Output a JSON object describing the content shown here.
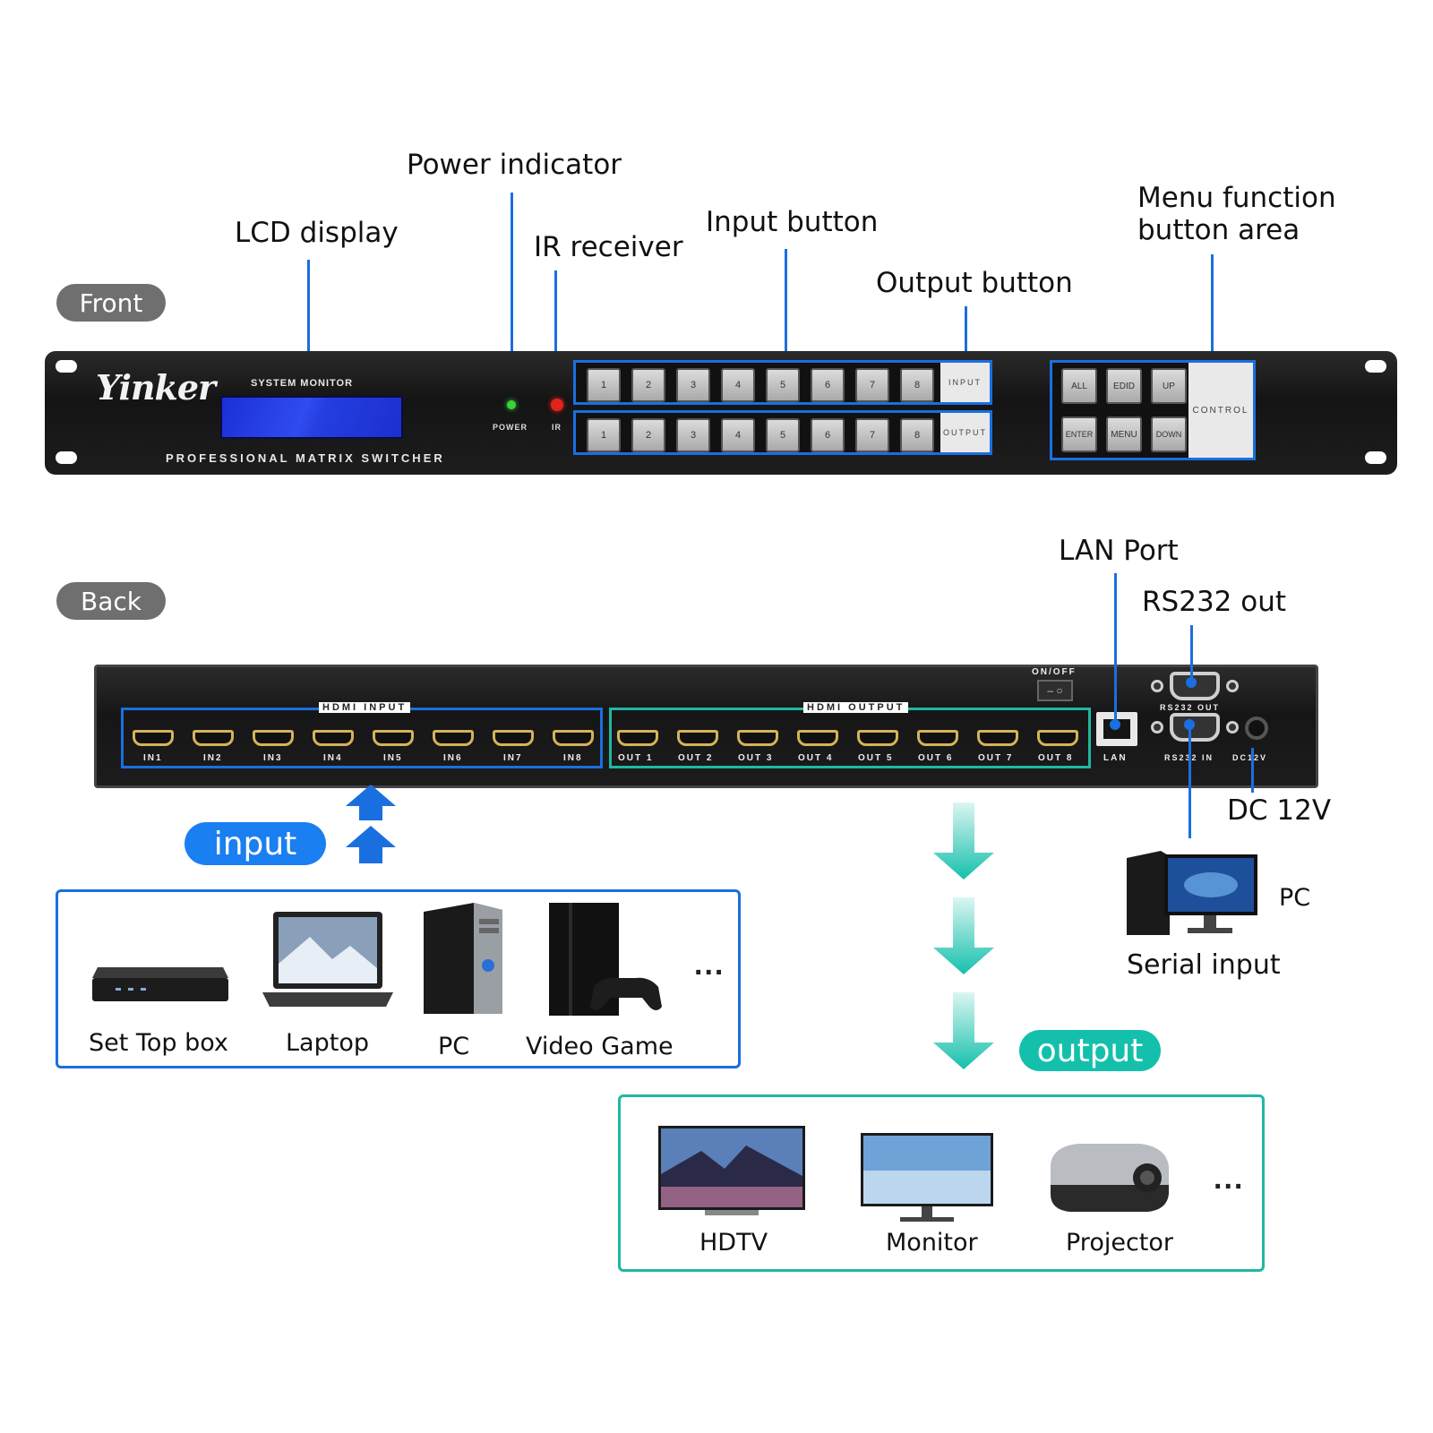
{
  "callouts": {
    "lcd_display": "LCD display",
    "power_indicator": "Power indicator",
    "ir_receiver": "IR receiver",
    "input_button": "Input button",
    "output_button": "Output button",
    "menu_function": "Menu function\nbutton area",
    "lan_port": "LAN Port",
    "rs232_out": "RS232 out",
    "dc_12v": "DC 12V"
  },
  "section_tags": {
    "front": "Front",
    "back": "Back"
  },
  "front_panel": {
    "brand": "Yinker",
    "system_monitor": "SYSTEM MONITOR",
    "subtitle": "PROFESSIONAL MATRIX SWITCHER",
    "power_label": "POWER",
    "ir_label": "IR",
    "input_row_label": "INPUT",
    "output_row_label": "OUTPUT",
    "keys": [
      "1",
      "2",
      "3",
      "4",
      "5",
      "6",
      "7",
      "8"
    ],
    "control_label": "CONTROL",
    "control_keys": [
      "ALL",
      "EDID",
      "UP",
      "ENTER",
      "MENU",
      "DOWN"
    ],
    "colors": {
      "led_power": "#39d23a",
      "led_ir": "#e2231a",
      "accent_blue": "#1a6fe0"
    }
  },
  "back_panel": {
    "hdmi_input_title": "HDMI INPUT",
    "hdmi_output_title": "HDMI OUTPUT",
    "inputs": [
      "IN1",
      "IN2",
      "IN3",
      "IN4",
      "IN5",
      "IN6",
      "IN7",
      "IN8"
    ],
    "outputs": [
      "OUT 1",
      "OUT 2",
      "OUT 3",
      "OUT 4",
      "OUT 5",
      "OUT 6",
      "OUT 7",
      "OUT 8"
    ],
    "switch_label": "ON/OFF",
    "lan_label": "LAN",
    "rs232_out_label": "RS232 OUT",
    "rs232_in_label": "RS232 IN",
    "dc_label": "DC12V",
    "colors": {
      "input_group": "#1a6fe0",
      "output_group": "#1fb8a4"
    }
  },
  "input_section": {
    "tag": "input",
    "devices": [
      "Set Top box",
      "Laptop",
      "PC",
      "Video Game"
    ],
    "more": "...",
    "colors": {
      "tag_bg": "#1a7ff0",
      "border": "#1a6fe0",
      "arrow": "#1a6fe0"
    }
  },
  "output_section": {
    "tag": "output",
    "devices": [
      "HDTV",
      "Monitor",
      "Projector"
    ],
    "more": "...",
    "colors": {
      "tag_bg": "#14c0ac",
      "border": "#1fb8a4",
      "arrow": "#14c0ac"
    }
  },
  "serial_section": {
    "pc_label": "PC",
    "caption": "Serial input"
  }
}
